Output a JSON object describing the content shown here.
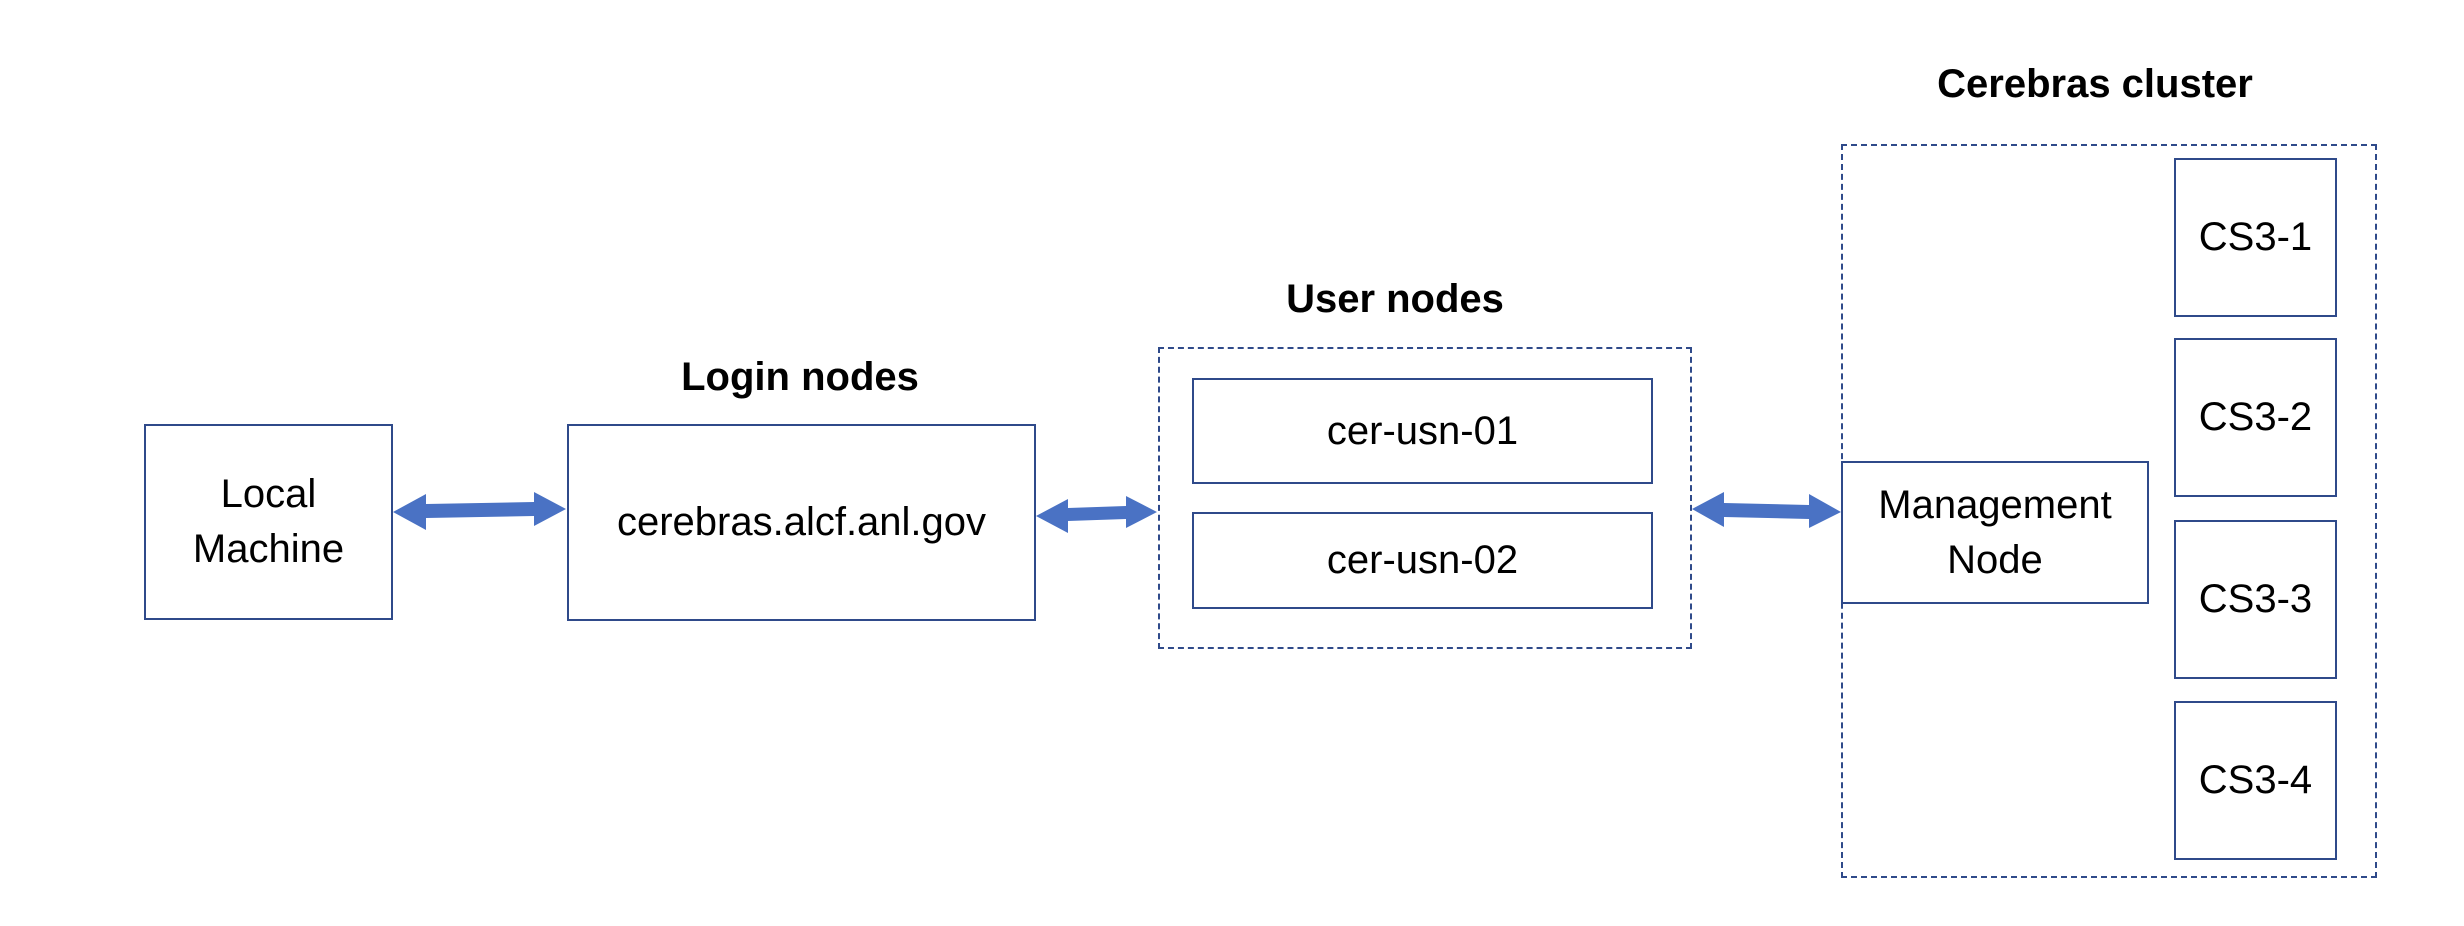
{
  "groups": {
    "login": {
      "title": "Login nodes"
    },
    "user": {
      "title": "User nodes"
    },
    "cluster": {
      "title": "Cerebras cluster"
    }
  },
  "nodes": {
    "local_machine": "Local\nMachine",
    "login_host": "cerebras.alcf.anl.gov",
    "user_node_1": "cer-usn-01",
    "user_node_2": "cer-usn-02",
    "management_node": "Management\nNode",
    "cs3_1": "CS3-1",
    "cs3_2": "CS3-2",
    "cs3_3": "CS3-3",
    "cs3_4": "CS3-4"
  },
  "edges": [
    {
      "from": "Local Machine",
      "to": "cerebras.alcf.anl.gov",
      "direction": "bidirectional"
    },
    {
      "from": "cerebras.alcf.anl.gov",
      "to": "User nodes",
      "direction": "bidirectional"
    },
    {
      "from": "User nodes",
      "to": "Management Node",
      "direction": "bidirectional"
    }
  ],
  "colors": {
    "box_border": "#2f4a8a",
    "arrow": "#4a72c4"
  }
}
